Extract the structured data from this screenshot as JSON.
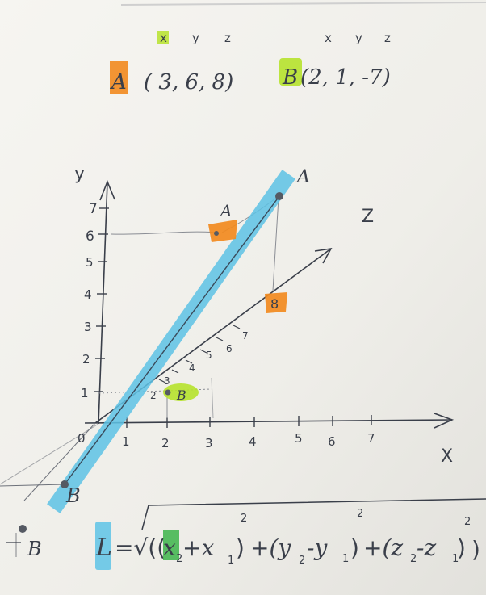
{
  "colors": {
    "paper": "#f4f3ef",
    "ink": "#3a3f4a",
    "orange_marker": "#f28a1e",
    "green_marker": "#b6e22c",
    "blue_marker": "#5ec3e6"
  },
  "header": {
    "left_axes": [
      "x",
      "y",
      "z"
    ],
    "point_a": {
      "label": "A",
      "coords": "( 3, 6, 8)"
    },
    "right_axes": [
      "x",
      "y",
      "z"
    ],
    "point_b": {
      "label": "B",
      "coords": "(2, 1, -7)"
    }
  },
  "graph": {
    "axis_labels": {
      "y": "y",
      "x": "X",
      "z": "Z"
    },
    "y_ticks": [
      "1",
      "2",
      "3",
      "4",
      "5",
      "6",
      "7"
    ],
    "x_ticks": [
      "1",
      "2",
      "3",
      "4",
      "5",
      "6",
      "7"
    ],
    "z_ticks": [
      "2",
      "3",
      "4",
      "5",
      "6",
      "7"
    ],
    "origin_label": "0",
    "labels": {
      "a_upper": "A",
      "a_orange": "A",
      "z8_orange": "8",
      "b_green": "B",
      "b_lower": "B",
      "b_corner": "B"
    }
  },
  "formula": {
    "lhs": "L",
    "eq_sqrt": "=√((",
    "x2": "x",
    "x2_sub": "2",
    "plus_x1": "+x",
    "x1_sub": "1",
    "paren_close": ")",
    "sq1": "2",
    "plus_y": "+(y",
    "y2_sub": "2",
    "minus_y1": "-y",
    "y1_sub": "1",
    "paren_close_2": ")",
    "sq2": "2",
    "plus_z": "+(z",
    "z2_sub": "2",
    "minus_z1": "-z",
    "z1_sub": "1",
    "paren_close_3": ")",
    "sq3": "2",
    "end": ")"
  }
}
